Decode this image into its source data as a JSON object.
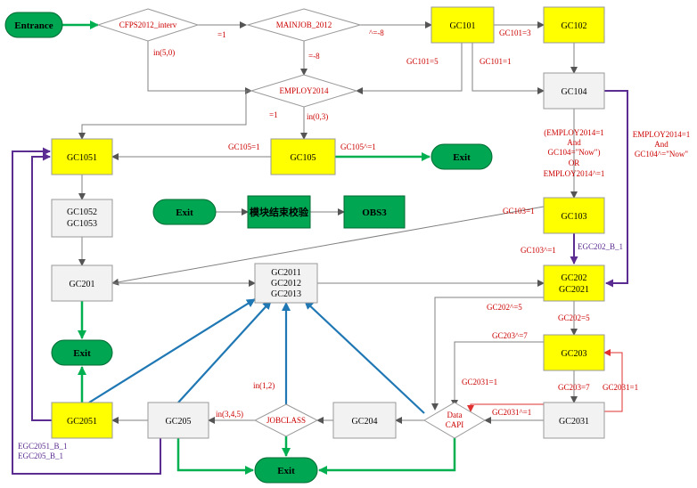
{
  "nodes": {
    "entrance": "Entrance",
    "cfps": "CFPS2012_interv",
    "mainjob": "MAINJOB_2012",
    "employ": "EMPLOY2014",
    "gc101": "GC101",
    "gc102": "GC102",
    "gc104": "GC104",
    "gc1051": "GC1051",
    "gc105": "GC105",
    "exit1": "Exit",
    "gc1052": [
      "GC1052",
      "GC1053"
    ],
    "exitL": "Exit",
    "module": "模块结束校验",
    "obs": "OBS3",
    "gc103": "GC103",
    "gc201": "GC201",
    "gc2011": [
      "GC2011",
      "GC2012",
      "GC2013"
    ],
    "gc202": [
      "GC202",
      "GC2021"
    ],
    "exit2": "Exit",
    "gc203": "GC203",
    "gc2051": "GC2051",
    "gc205": "GC205",
    "jobclass": "JOBCLASS",
    "gc204": "GC204",
    "data": [
      "Data",
      "CAPI"
    ],
    "gc2031": "GC2031",
    "exit3": "Exit"
  },
  "labels": {
    "eq1_top": "=1",
    "in50": "in(5,0)",
    "neg8_a": "^=-8",
    "neg8_b": "=-8",
    "gc101_5": "GC101=5",
    "gc101_3": "GC101=3",
    "gc101_1": "GC101=1",
    "eq1_left": "=1",
    "in03": "in(0,3)",
    "gc105_1": "GC105=1",
    "gc105_n1": "GC105^=1",
    "cond_mid": [
      "(EMPLOY2014=1",
      "And",
      "GC104=\"Now\")",
      "OR",
      "EMPLOY2014^=1"
    ],
    "cond_right": [
      "EMPLOY2014=1",
      "And",
      "GC104^=\"Now\""
    ],
    "gc103_1": "GC103=1",
    "gc103_n1": "GC103^=1",
    "egc202": "EGC202_B_1",
    "gc202_n5": "GC202^=5",
    "gc202_5": "GC202=5",
    "gc203_n7": "GC203^=7",
    "gc203_7": "GC203=7",
    "gc2031_1a": "GC2031=1",
    "gc2031_1b": "GC2031=1",
    "gc2031_n1": "GC2031^=1",
    "in12": "in(1,2)",
    "in345": "in(3,4,5)",
    "egc2051": [
      "EGC2051_B_1",
      "EGC205_B_1"
    ]
  },
  "colors": {
    "yellow": "#ffff00",
    "green_fill": "#00a651",
    "green_line": "#00b050",
    "blue_line": "#1f77b4",
    "purple_line": "#5b2c91",
    "red_line": "#e03030",
    "gray_line": "#808080"
  }
}
